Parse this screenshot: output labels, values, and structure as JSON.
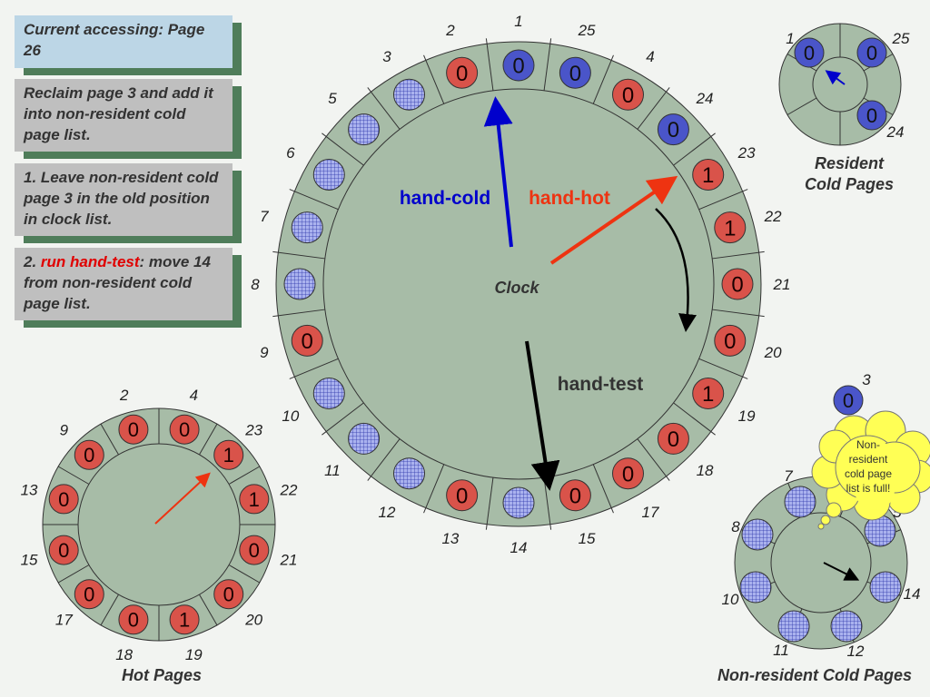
{
  "notes": {
    "current": "Current accessing: Page 26",
    "reclaim": "Reclaim page 3 and add it into non-resident cold page list.",
    "leave": "1. Leave non-resident cold page 3 in the old position in clock list.",
    "run_prefix": "2. ",
    "run_highlight": "run hand-test",
    "run_rest": ": move 14 from non-resident cold page list."
  },
  "clock": {
    "label": "Clock",
    "hand_cold": "hand-cold",
    "hand_hot": "hand-hot",
    "hand_test": "hand-test",
    "pages": [
      {
        "num": "1",
        "kind": "cold",
        "bit": "0"
      },
      {
        "num": "25",
        "kind": "cold",
        "bit": "0"
      },
      {
        "num": "4",
        "kind": "hot",
        "bit": "0"
      },
      {
        "num": "24",
        "kind": "cold",
        "bit": "0"
      },
      {
        "num": "23",
        "kind": "hot",
        "bit": "1"
      },
      {
        "num": "22",
        "kind": "hot",
        "bit": "1"
      },
      {
        "num": "21",
        "kind": "hot",
        "bit": "0"
      },
      {
        "num": "20",
        "kind": "hot",
        "bit": "0"
      },
      {
        "num": "19",
        "kind": "hot",
        "bit": "1"
      },
      {
        "num": "18",
        "kind": "hot",
        "bit": "0"
      },
      {
        "num": "17",
        "kind": "hot",
        "bit": "0"
      },
      {
        "num": "15",
        "kind": "hot",
        "bit": "0"
      },
      {
        "num": "14",
        "kind": "nonres",
        "bit": ""
      },
      {
        "num": "13",
        "kind": "hot",
        "bit": "0"
      },
      {
        "num": "12",
        "kind": "nonres",
        "bit": ""
      },
      {
        "num": "11",
        "kind": "nonres",
        "bit": ""
      },
      {
        "num": "10",
        "kind": "nonres",
        "bit": ""
      },
      {
        "num": "9",
        "kind": "hot",
        "bit": "0"
      },
      {
        "num": "8",
        "kind": "nonres",
        "bit": ""
      },
      {
        "num": "7",
        "kind": "nonres",
        "bit": ""
      },
      {
        "num": "6",
        "kind": "nonres",
        "bit": ""
      },
      {
        "num": "5",
        "kind": "nonres",
        "bit": ""
      },
      {
        "num": "3",
        "kind": "nonres",
        "bit": ""
      },
      {
        "num": "2",
        "kind": "hot",
        "bit": "0"
      }
    ]
  },
  "hot_list": {
    "title": "Hot Pages",
    "pages": [
      {
        "num": "4",
        "kind": "hot",
        "bit": "0"
      },
      {
        "num": "23",
        "kind": "hot",
        "bit": "1"
      },
      {
        "num": "22",
        "kind": "hot",
        "bit": "1"
      },
      {
        "num": "21",
        "kind": "hot",
        "bit": "0"
      },
      {
        "num": "20",
        "kind": "hot",
        "bit": "0"
      },
      {
        "num": "19",
        "kind": "hot",
        "bit": "1"
      },
      {
        "num": "18",
        "kind": "hot",
        "bit": "0"
      },
      {
        "num": "17",
        "kind": "hot",
        "bit": "0"
      },
      {
        "num": "15",
        "kind": "hot",
        "bit": "0"
      },
      {
        "num": "13",
        "kind": "hot",
        "bit": "0"
      },
      {
        "num": "9",
        "kind": "hot",
        "bit": "0"
      },
      {
        "num": "2",
        "kind": "hot",
        "bit": "0"
      }
    ]
  },
  "resident_cold": {
    "title_line1": "Resident",
    "title_line2": "Cold Pages",
    "pages": [
      {
        "num": "1",
        "kind": "cold",
        "bit": "0"
      },
      {
        "num": "25",
        "kind": "cold",
        "bit": "0"
      },
      {
        "num": "24",
        "kind": "cold",
        "bit": "0"
      }
    ]
  },
  "nonres_cold": {
    "title": "Non-resident Cold Pages",
    "pages": [
      {
        "num": "7",
        "kind": "nonres"
      },
      {
        "num": "5",
        "kind": "nonres"
      },
      {
        "num": "14",
        "kind": "nonres"
      },
      {
        "num": "12",
        "kind": "nonres"
      },
      {
        "num": "11",
        "kind": "nonres"
      },
      {
        "num": "10",
        "kind": "nonres"
      },
      {
        "num": "8",
        "kind": "nonres"
      }
    ],
    "incoming": {
      "num": "3",
      "bit": "0"
    },
    "callout": [
      "Non-",
      "resident",
      "cold page",
      "list is full!"
    ]
  },
  "colors": {
    "ring": "#a7bca7",
    "hot": "#d9534a",
    "cold": "#4a55c9",
    "nonres": "#a9b2ee",
    "hand_cold": "#0000cc",
    "hand_hot": "#ee3311",
    "hand_test": "#000000",
    "callout": "#ffff55"
  }
}
